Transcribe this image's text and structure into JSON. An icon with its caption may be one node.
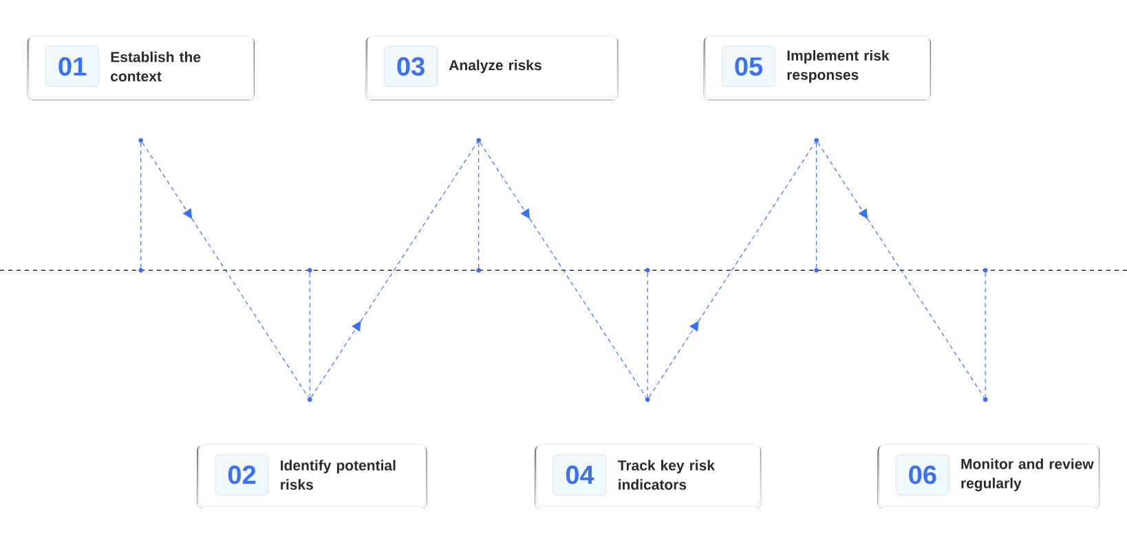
{
  "diagram": {
    "nodes": [
      {
        "text": [
          "01",
          "Establish the context"
        ]
      },
      {
        "text": [
          "02",
          "Identify potential risks"
        ]
      },
      {
        "text": [
          "03",
          "Analyze risks"
        ]
      },
      {
        "text": [
          "04",
          "Track key risk indicators"
        ]
      },
      {
        "text": [
          "05",
          "Implement risk responses"
        ]
      },
      {
        "text": [
          "06",
          "Monitor and review regularly"
        ]
      },
      {
        "text": [],
        "shape": "circle"
      },
      {
        "text": [],
        "shape": "circle"
      },
      {
        "text": [],
        "shape": "circle"
      },
      {
        "text": [],
        "shape": "circle"
      },
      {
        "text": [],
        "shape": "circle"
      },
      {
        "text": [],
        "shape": "circle"
      },
      {
        "text": [],
        "shape": "circle"
      },
      {
        "text": [],
        "shape": "circle"
      },
      {
        "text": [],
        "shape": "circle"
      },
      {
        "text": [],
        "shape": "circle"
      },
      {
        "text": [],
        "shape": "circle"
      },
      {
        "text": [],
        "shape": "circle"
      }
    ],
    "edges": [
      {
        "from": 6,
        "to": 9,
        "arrow": "to"
      },
      {
        "from": 9,
        "to": 10,
        "arrow": "to"
      },
      {
        "from": 10,
        "to": 13,
        "arrow": "to"
      },
      {
        "from": 13,
        "to": 14,
        "arrow": "to"
      },
      {
        "from": 14,
        "to": 17,
        "arrow": "to"
      },
      {
        "from": 6,
        "to": 7,
        "arrow": "none"
      },
      {
        "from": 8,
        "to": 9,
        "arrow": "none"
      },
      {
        "from": 10,
        "to": 11,
        "arrow": "none"
      },
      {
        "from": 12,
        "to": 13,
        "arrow": "none"
      },
      {
        "from": 14,
        "to": 15,
        "arrow": "none"
      },
      {
        "from": 16,
        "to": 17,
        "arrow": "none"
      }
    ]
  }
}
